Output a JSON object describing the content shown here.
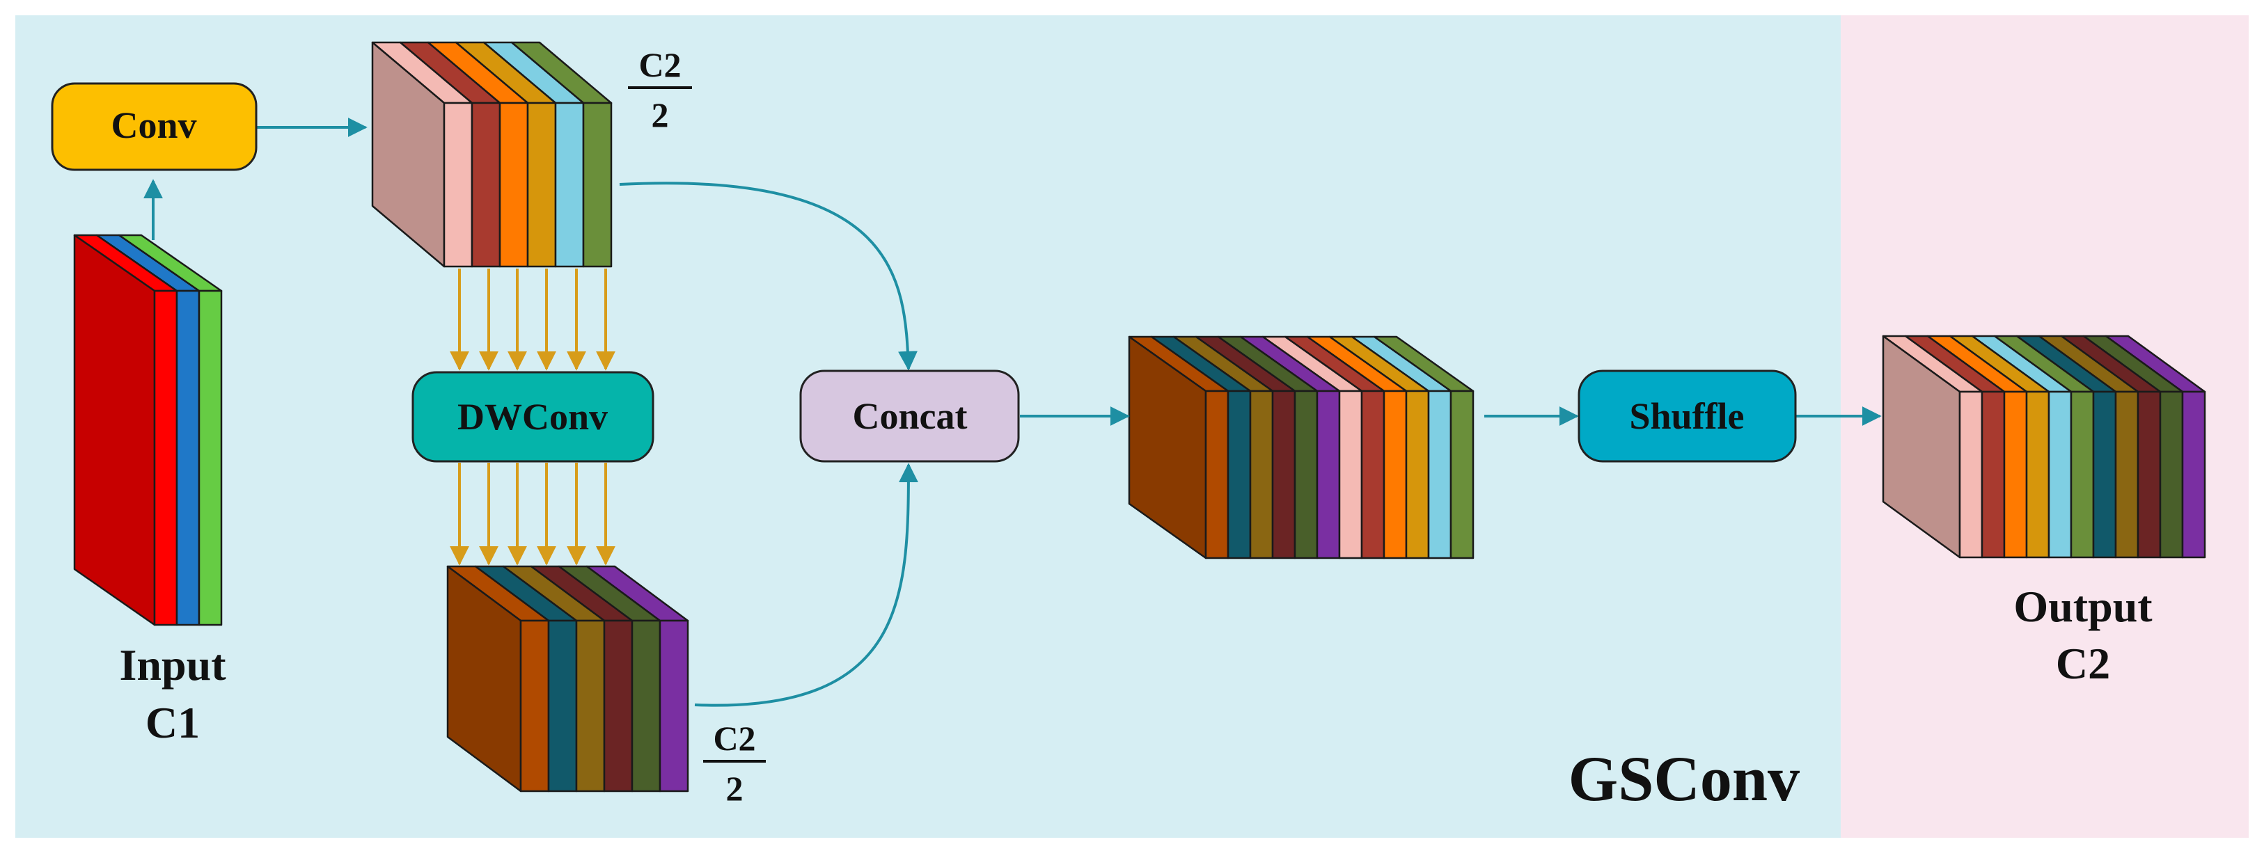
{
  "labels": {
    "conv": "Conv",
    "dwconv": "DWConv",
    "concat": "Concat",
    "shuffle": "Shuffle",
    "input_line1": "Input",
    "input_line2": "C1",
    "output_line1": "Output",
    "output_line2": "C2",
    "frac_top_num": "C2",
    "frac_top_den": "2",
    "frac_bottom_num": "C2",
    "frac_bottom_den": "2",
    "module_title": "GSConv"
  },
  "colors": {
    "gsconv_background": "#d6eef3",
    "output_background": "#f9e6ee",
    "conv_box": "#fdbf00",
    "dwconv_box": "#05b4aa",
    "concat_box": "#d7c7e0",
    "shuffle_box": "#00a9c6",
    "connector": "#1e8fa3",
    "dw_arrows": "#d79c1a"
  },
  "tensors": {
    "input": [
      "#ff0000",
      "#1f78c8",
      "#66cc44"
    ],
    "conv_out": [
      "#f4bab4",
      "#a83a2f",
      "#ff7a00",
      "#d6960c",
      "#7fcfe3",
      "#6a8f3a"
    ],
    "dwconv_out": [
      "#b04a00",
      "#11596a",
      "#8a6612",
      "#6b2424",
      "#495f2a",
      "#7a2fa2"
    ],
    "concat_out": [
      "#b04a00",
      "#11596a",
      "#8a6612",
      "#6b2424",
      "#495f2a",
      "#7a2fa2",
      "#f4bab4",
      "#a83a2f",
      "#ff7a00",
      "#d6960c",
      "#7fcfe3",
      "#6a8f3a"
    ],
    "output": [
      "#f4bab4",
      "#a83a2f",
      "#ff7a00",
      "#d6960c",
      "#7fcfe3",
      "#6a8f3a",
      "#11596a",
      "#8a6612",
      "#6b2424",
      "#495f2a",
      "#7a2fa2"
    ]
  }
}
